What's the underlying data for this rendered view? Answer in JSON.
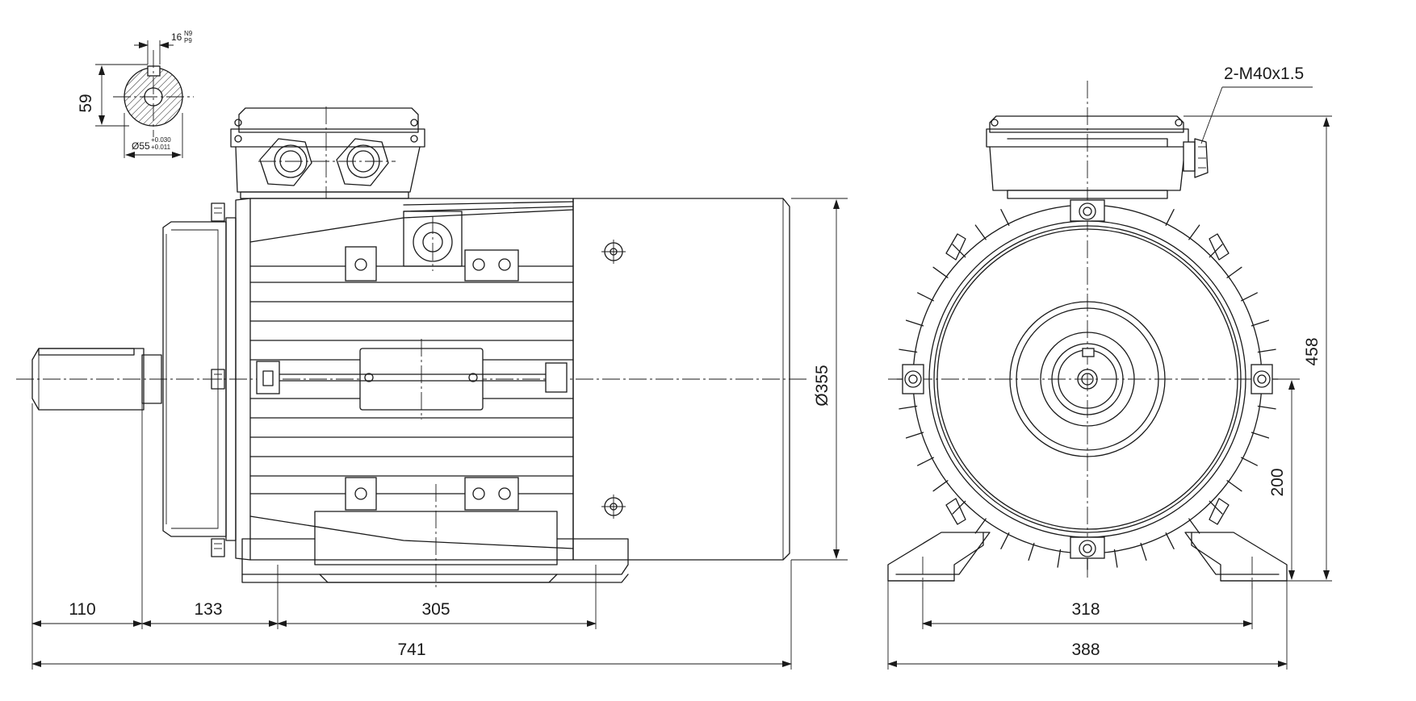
{
  "dimensions": {
    "shaft_end_length": "110",
    "shaft_shoulder_to_foot_hole": "133",
    "foot_hole_spacing_side": "305",
    "overall_length": "741",
    "frame_diameter": "Ø355",
    "overall_height": "458",
    "shaft_center_height": "200",
    "foot_hole_spacing_front": "318",
    "foot_overall_width": "388",
    "cable_gland": "2-M40x1.5",
    "key_section_height": "59",
    "key_width": "16",
    "key_width_tolerance": "N9",
    "key_width_tolerance_sub": "P9",
    "shaft_diameter": "Ø55",
    "shaft_tolerance_upper": "+0.030",
    "shaft_tolerance_lower": "+0.011"
  },
  "colors": {
    "line": "#1a1a1a",
    "background": "#ffffff"
  }
}
